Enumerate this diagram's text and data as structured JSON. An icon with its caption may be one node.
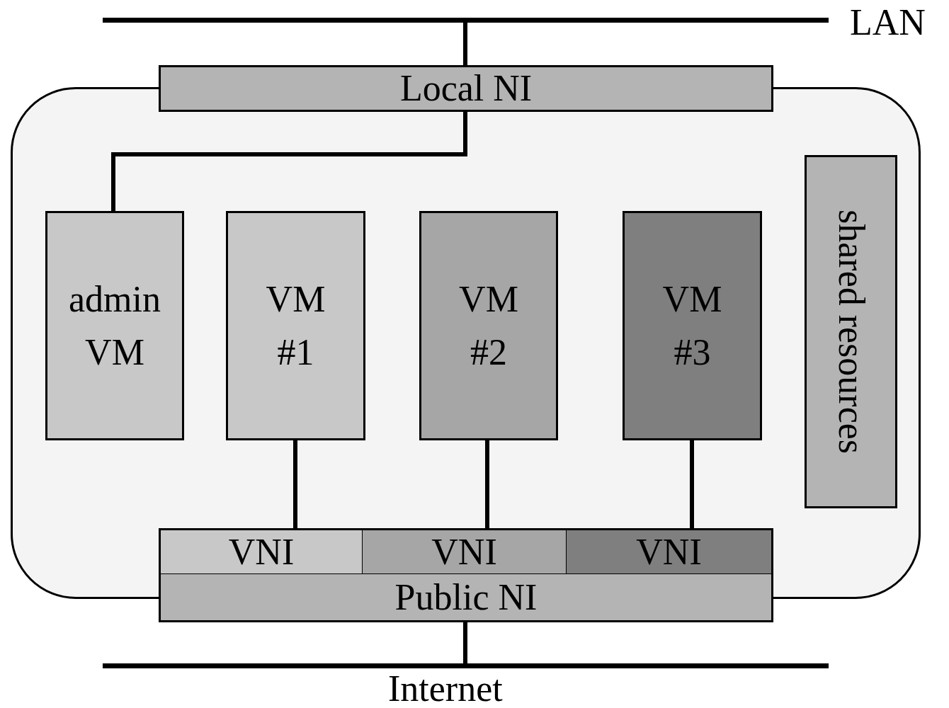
{
  "diagram": {
    "nodes": [
      {
        "text": [],
        "shape": "bar",
        "beside": [
          "LAN"
        ]
      },
      {
        "text": [
          "Local NI"
        ]
      },
      {
        "text": [],
        "shape": "box"
      },
      {
        "text": [
          "admin VM"
        ],
        "in": 2
      },
      {
        "text": [
          "VM #1"
        ],
        "in": 2
      },
      {
        "text": [
          "VM #2"
        ],
        "in": 2
      },
      {
        "text": [
          "VM #3"
        ],
        "in": 2
      },
      {
        "text": [
          "shared resources"
        ],
        "in": 2
      },
      {
        "text": [
          "VNI"
        ],
        "in": 2
      },
      {
        "text": [
          "VNI"
        ],
        "in": 2
      },
      {
        "text": [
          "VNI"
        ],
        "in": 2
      },
      {
        "text": [
          "Public NI"
        ]
      },
      {
        "text": [],
        "shape": "bar",
        "beside": [
          "Internet"
        ]
      }
    ],
    "edges": [
      {
        "from": 0,
        "to": 1,
        "arrow": "none"
      },
      {
        "from": 1,
        "to": 3,
        "arrow": "none"
      },
      {
        "from": 4,
        "to": 8,
        "arrow": "none"
      },
      {
        "from": 5,
        "to": 9,
        "arrow": "none"
      },
      {
        "from": 6,
        "to": 10,
        "arrow": "none"
      },
      {
        "from": 11,
        "to": 12,
        "arrow": "none"
      }
    ]
  }
}
